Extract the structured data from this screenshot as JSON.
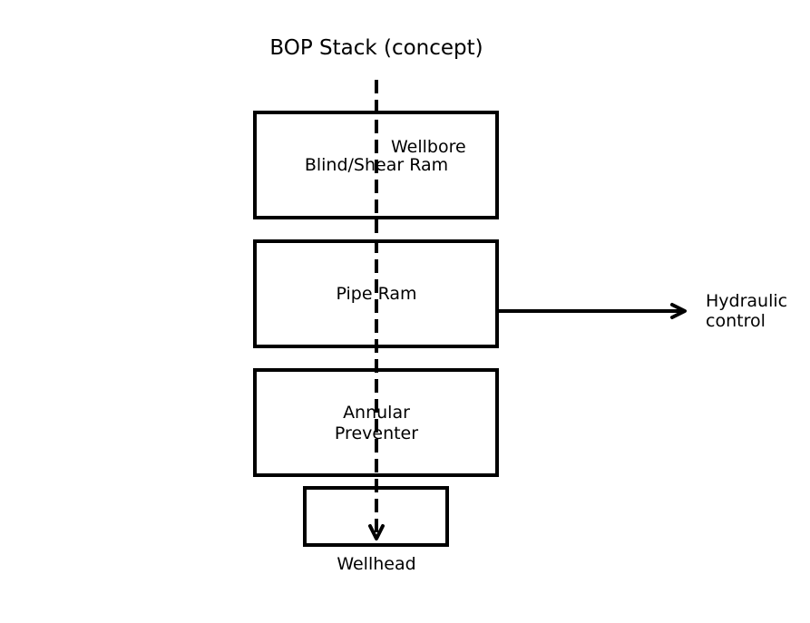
{
  "diagram": {
    "title": "BOP Stack (concept)",
    "components": {
      "blind_shear_ram": "Blind/Shear Ram",
      "pipe_ram": "Pipe Ram",
      "annular_preventer_line1": "Annular",
      "annular_preventer_line2": "Preventer",
      "wellhead": "Wellhead"
    },
    "wellbore_label": "Wellbore",
    "hydraulic_label_line1": "Hydraulic",
    "hydraulic_label_line2": "control",
    "colors": {
      "stroke": "#000000",
      "background": "#ffffff"
    }
  }
}
